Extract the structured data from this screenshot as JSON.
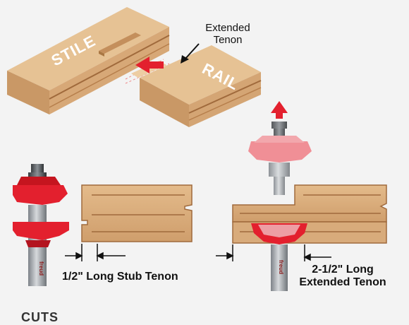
{
  "labels": {
    "stile": "STILE",
    "rail": "RAIL",
    "extended_tenon_callout": "Extended\nTenon",
    "stub_tenon": "1/2\" Long Stub Tenon",
    "extended_tenon": "2-1/2\" Long\nExtended Tenon",
    "brand": "freud",
    "section_heading": "CUTS"
  },
  "colors": {
    "wood_top": "#e2bd8e",
    "wood_side": "#d2a16e",
    "wood_dark": "#b37c4c",
    "wood_line": "#a06a3c",
    "cutter_red": "#e3202e",
    "cutter_red_dark": "#b3141f",
    "shank_gray": "#9ea3a8",
    "arrow_red": "#e3202e",
    "background": "#f3f3f3"
  },
  "icons": {
    "up_arrow": "red-up-arrow-icon",
    "left_arrow": "red-left-arrow-icon"
  }
}
